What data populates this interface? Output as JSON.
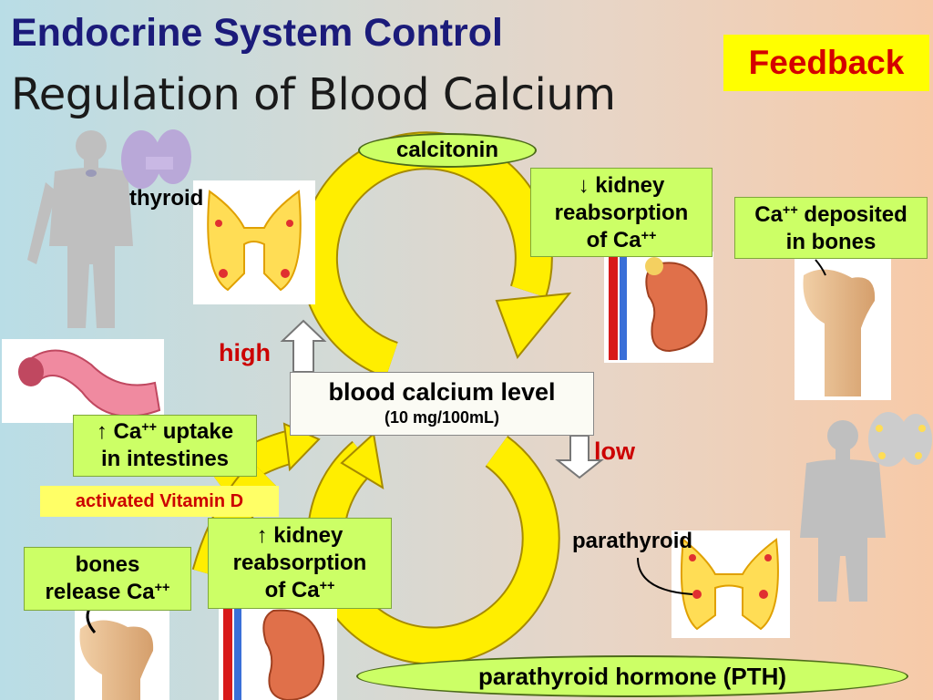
{
  "title": {
    "line1": "Endocrine System Control",
    "line2": "Regulation of Blood Calcium"
  },
  "feedback": "Feedback",
  "center": {
    "label": "blood calcium level",
    "sub": "(10 mg/100mL)"
  },
  "high": "high",
  "low": "low",
  "calcitonin": "calcitonin",
  "pth": "parathyroid hormone (PTH)",
  "thyroid": "thyroid",
  "parathyroid": "parathyroid",
  "vitamin_d": "activated Vitamin D",
  "boxes": {
    "kidney_down": {
      "arrow": "↓",
      "line1": " kidney",
      "line2": "reabsorption",
      "line3": "of Ca",
      "sup": "++"
    },
    "deposited": {
      "line1a": "Ca",
      "sup": "++",
      "line1b": " deposited",
      "line2": "in bones"
    },
    "intestine": {
      "arrow": "↑",
      "line1a": " Ca",
      "sup": "++",
      "line1b": " uptake",
      "line2": "in intestines"
    },
    "kidney_up": {
      "arrow": "↑",
      "line1": " kidney",
      "line2": "reabsorption",
      "line3": "of Ca",
      "sup": "++"
    },
    "bones": {
      "line1": "bones",
      "line2": "release Ca",
      "sup": "++"
    }
  },
  "colors": {
    "title_blue": "#1b1b7a",
    "accent_red": "#cc0000",
    "box_green": "#ccff66",
    "arrow_yellow": "#ffee00",
    "feedback_bg": "#ffff00"
  }
}
